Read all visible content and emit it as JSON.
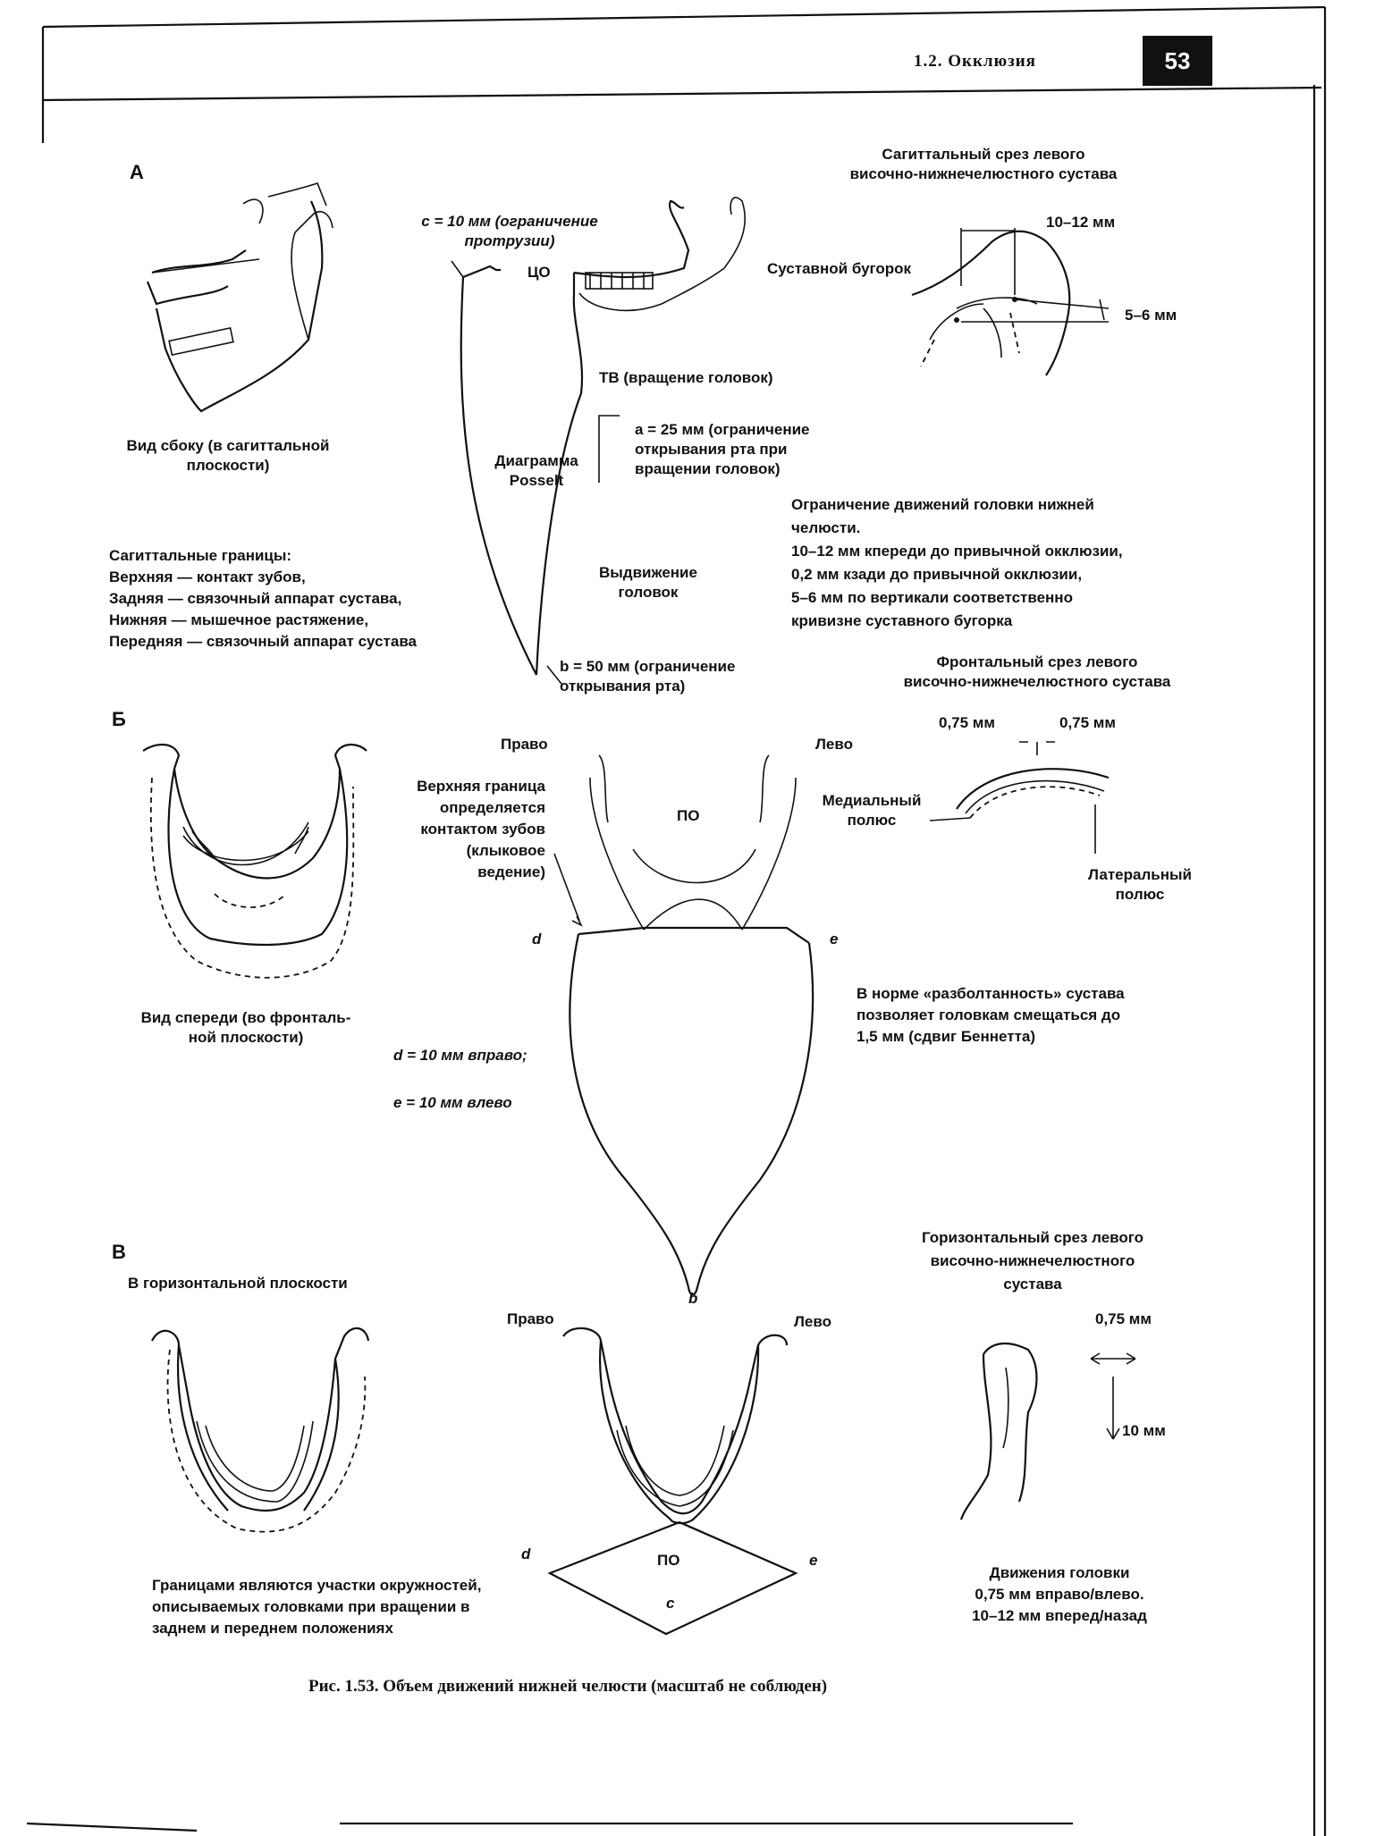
{
  "header": {
    "section": "1.2. Окклюзия",
    "page_number": "53"
  },
  "panel_a": {
    "letter": "А",
    "side_view_caption": "Вид сбоку (в сагиттальной\nплоскости)",
    "borders_text": "Сагиттальные границы:\nВерхняя — контакт зубов,\nЗадняя — связочный аппарат сустава,\nНижняя — мышечное растяжение,\nПередняя — связочный аппарат сустава",
    "c_label": "c = 10 мм (ограничение\nпротрузии)",
    "co_label": "ЦО",
    "tv_label": "ТВ (вращение головок)",
    "posselt_label": "Диаграмма\nPosselt",
    "a_label": "a = 25 мм (ограничение\nоткрывания рта при\nвращении головок)",
    "protrusion_label": "Выдвижение\nголовок",
    "b_label": "b = 50 мм (ограничение\nоткрывания рта)",
    "sagittal_title": "Сагиттальный срез левого\nвисочно-нижнечелюстного сустава",
    "dim_10_12": "10–12 мм",
    "articular_tubercle": "Суставной бугорок",
    "dim_5_6": "5–6 мм",
    "condyle_limits": "Ограничение движений головки нижней\nчелюсти.\n10–12 мм кпереди до привычной окклюзии,\n0,2 мм кзади до привычной окклюзии,\n5–6 мм по вертикали соответственно\nкривизне суставного бугорка"
  },
  "panel_b": {
    "letter": "Б",
    "front_view_caption": "Вид спереди (во фронталь-\nной плоскости)",
    "right_label": "Право",
    "left_label": "Лево",
    "upper_border": "Верхняя граница\nопределяется\nконтактом зубов\n(клыковое\nведение)",
    "po_label": "ПО",
    "d_letter": "d",
    "e_letter": "e",
    "d_value": "d = 10 мм вправо;",
    "e_value": "e = 10 мм влево",
    "b_letter": "b",
    "frontal_title": "Фронтальный срез левого\nвисочно-нижнечелюстного сустава",
    "dim_075": "0,75 мм",
    "medial_pole": "Медиальный\nполюс",
    "lateral_pole": "Латеральный\nполюс",
    "bennett_text": "В норме «разболтанность» сустава\nпозволяет головкам смещаться до\n1,5 мм (сдвиг Беннетта)"
  },
  "panel_c": {
    "letter": "В",
    "horizontal_plane": "В горизонтальной плоскости",
    "right_label": "Право",
    "left_label": "Лево",
    "po_label": "ПО",
    "d_letter": "d",
    "e_letter": "e",
    "c_letter": "c",
    "borders_text": "Границами являются участки окружностей,\nописываемых головками при вращении в\nзаднем и переднем положениях",
    "horizontal_title": "Горизонтальный срез левого\nвисочно-нижнечелюстного\nсустава",
    "dim_075": "0,75 мм",
    "dim_10": "10 мм",
    "condyle_moves": "Движения головки\n0,75 мм вправо/влево.\n10–12 мм вперед/назад"
  },
  "caption": "Рис. 1.53. Объем движений нижней челюсти (масштаб не соблюден)"
}
